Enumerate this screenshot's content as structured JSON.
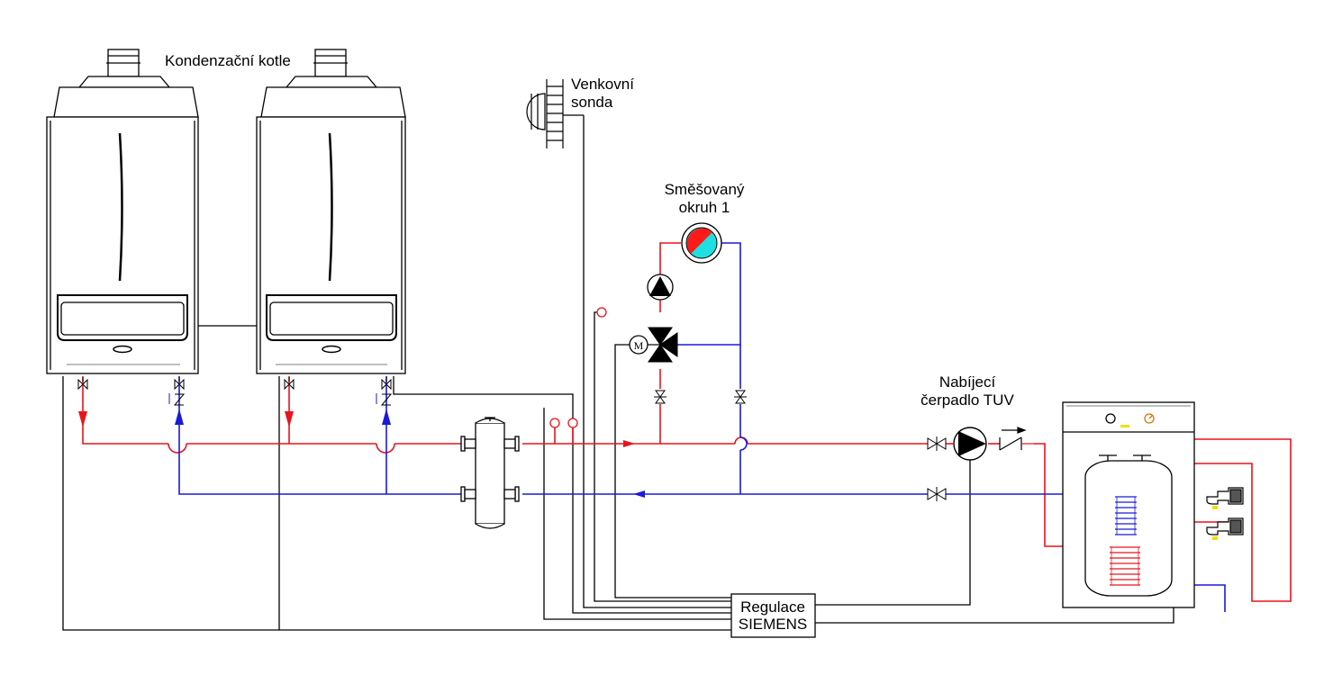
{
  "labels": {
    "boilers": "Kondenzační kotle",
    "outdoor_sensor_line1": "Venkovní",
    "outdoor_sensor_line2": "sonda",
    "mixed_circuit_line1": "Směšovaný",
    "mixed_circuit_line2": "okruh 1",
    "dhw_pump_line1": "Nabíjecí",
    "dhw_pump_line2": "čerpadlo TUV",
    "controller_line1": "Regulace",
    "controller_line2": "SIEMENS",
    "motor_symbol": "M"
  },
  "colors": {
    "supply": "#e8141c",
    "return": "#1a1ad8",
    "control": "#000000",
    "radiator_hot": "#ff1a1a",
    "radiator_cold": "#1ee0e0",
    "indicator_yellow": "#f0e000",
    "indicator_orange": "#e07000"
  }
}
